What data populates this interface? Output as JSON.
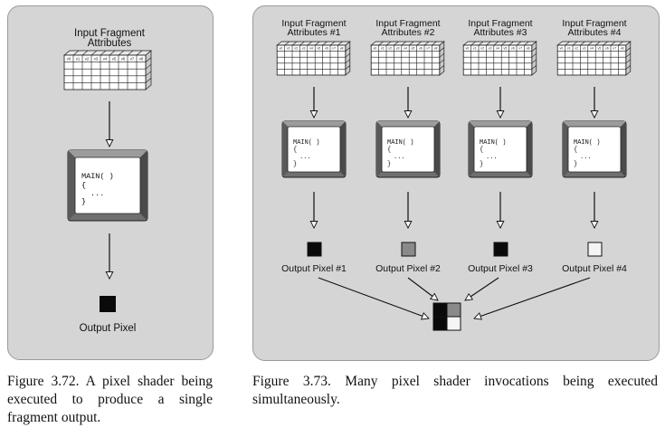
{
  "figure_left": {
    "input_label_line1": "Input Fragment",
    "input_label_line2": "Attributes",
    "code_line1": "MAIN(  )",
    "code_line2": "{",
    "code_line3": "...",
    "code_line4": "}",
    "output_label": "Output Pixel",
    "caption": "Figure 3.72. A pixel shader being executed to produce a single fragment output."
  },
  "figure_right": {
    "shaders": [
      {
        "input_label_line1": "Input Fragment",
        "input_label_line2": "Attributes #1",
        "output_label": "Output Pixel #1",
        "pixel_color": "#0a0a0a"
      },
      {
        "input_label_line1": "Input Fragment",
        "input_label_line2": "Attributes #2",
        "output_label": "Output Pixel #2",
        "pixel_color": "#8a8a8a"
      },
      {
        "input_label_line1": "Input Fragment",
        "input_label_line2": "Attributes #3",
        "output_label": "Output Pixel #3",
        "pixel_color": "#0a0a0a"
      },
      {
        "input_label_line1": "Input Fragment",
        "input_label_line2": "Attributes #4",
        "output_label": "Output Pixel #4",
        "pixel_color": "#f4f4f4"
      }
    ],
    "code_line1": "MAIN(  )",
    "code_line2": "{",
    "code_line3": "...",
    "code_line4": "}",
    "caption": "Figure 3.73. Many pixel shader invocations being executed simultaneously."
  },
  "grid_header_labels": [
    "v0",
    "v1",
    "v2",
    "v3",
    "v4",
    "v5",
    "v6",
    "v7",
    "v8"
  ]
}
